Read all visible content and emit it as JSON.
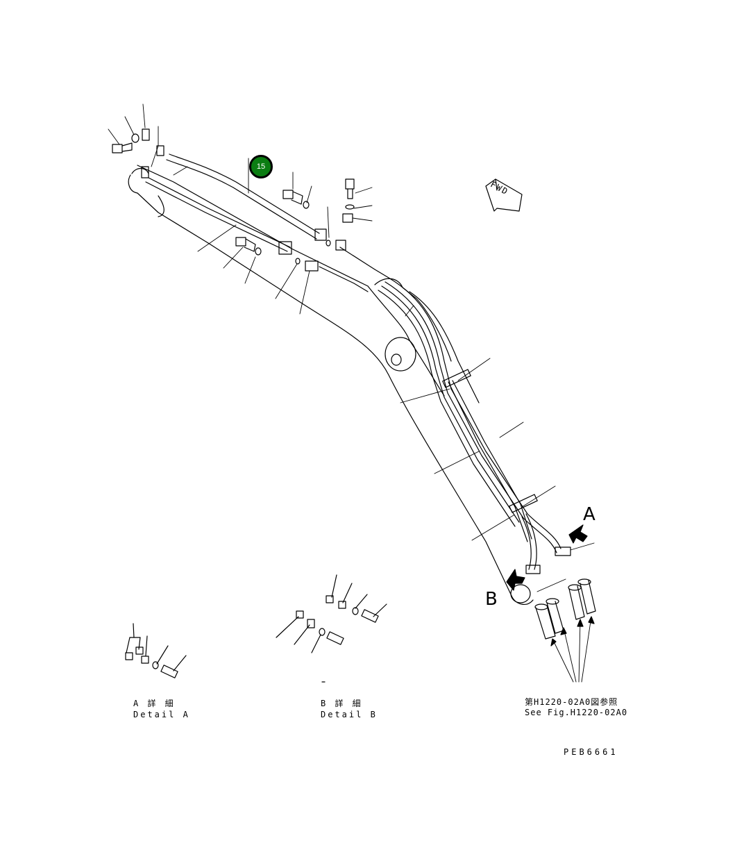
{
  "callout": {
    "number": "15",
    "color": "#0b7d12"
  },
  "direction_label": "FWD",
  "views": {
    "a": "A",
    "b": "B"
  },
  "details": {
    "a_jp": "A 詳 細",
    "a_en": "Detail A",
    "b_jp": "B 詳 細",
    "b_en": "Detail B"
  },
  "reference": {
    "jp": "第H1220-02A0図参照",
    "en": "See Fig.H1220-02A0"
  },
  "drawing_code": "PEB6661"
}
